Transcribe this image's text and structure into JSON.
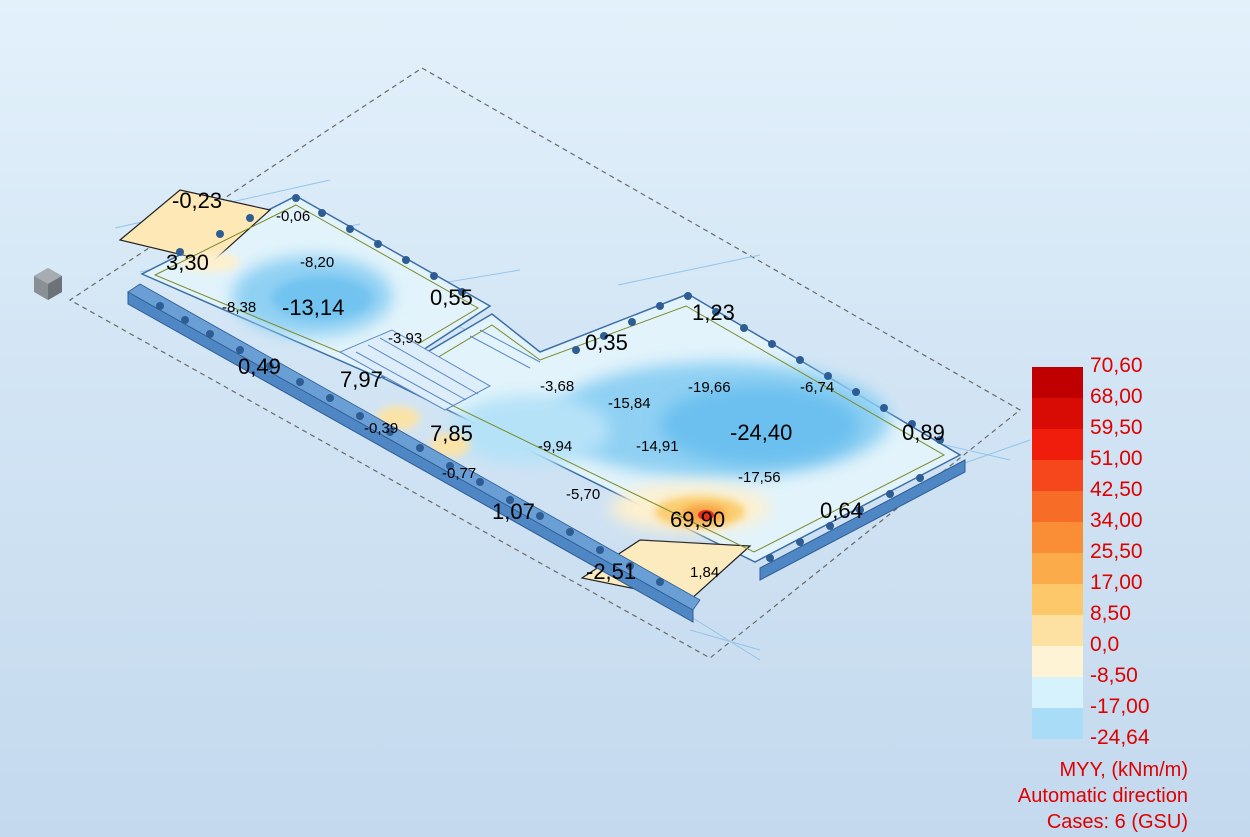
{
  "view": {
    "nav_cube_icon": "cube-icon",
    "colors": {
      "slab_fill": "#dff2fb",
      "light_blue": "#b6e2f8",
      "mid_blue": "#8fd0f3",
      "dark_blue": "#6cc0ef",
      "cream": "#fdf0cf",
      "sand": "#fbe3a8",
      "gold": "#fbcd6f",
      "orange": "#f7a043",
      "red": "#e52d1b",
      "beam": "#4f86c4",
      "dash": "#6a6a6a"
    },
    "labels": {
      "l1": "-0,23",
      "l2": "-0,06",
      "l3": "3,30",
      "l4": "-8,20",
      "l5": "-8,38",
      "l6": "-13,14",
      "l7": "0,55",
      "l8": "-3,93",
      "l9": "0,49",
      "l10": "7,97",
      "l11": "0,35",
      "l12": "1,23",
      "l13": "-3,68",
      "l14": "-15,84",
      "l15": "-19,66",
      "l16": "-6,74",
      "l17": "-0,39",
      "l18": "7,85",
      "l19": "-9,94",
      "l20": "-14,91",
      "l21": "-24,40",
      "l22": "0,89",
      "l23": "-0,77",
      "l24": "-17,56",
      "l25": "-5,70",
      "l26": "1,07",
      "l27": "69,90",
      "l28": "0,64",
      "l29": "-2,51",
      "l30": "1,84"
    }
  },
  "legend": {
    "entries": [
      {
        "value": "70,60",
        "color": "#c00000"
      },
      {
        "value": "68,00",
        "color": "#d90c05"
      },
      {
        "value": "59,50",
        "color": "#f01d0d"
      },
      {
        "value": "51,00",
        "color": "#f6461b"
      },
      {
        "value": "42,50",
        "color": "#f76c27"
      },
      {
        "value": "34,00",
        "color": "#f98e36"
      },
      {
        "value": "25,50",
        "color": "#fbab4a"
      },
      {
        "value": "17,00",
        "color": "#fcc869"
      },
      {
        "value": "8,50",
        "color": "#fde1a3"
      },
      {
        "value": "0,0",
        "color": "#fef3d4"
      },
      {
        "value": "-8,50",
        "color": "#d6f2fc"
      },
      {
        "value": "-17,00",
        "color": "#a9dcf7"
      },
      {
        "value": "-24,64",
        "color": "#69c2f2"
      }
    ],
    "caption_quantity": "MYY, (kNm/m)",
    "caption_direction": "Automatic direction",
    "caption_cases": "Cases: 6 (GSU)"
  }
}
